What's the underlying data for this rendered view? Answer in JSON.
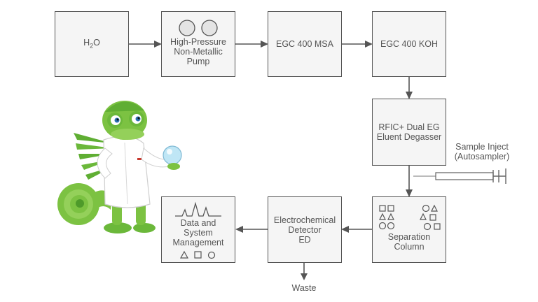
{
  "boxes": {
    "water": {
      "text": "H",
      "sub": "2",
      "tail": "O"
    },
    "pump": {
      "lines": [
        "High-Pressure",
        "Non-Metallic",
        "Pump"
      ]
    },
    "egc_msa": {
      "lines": [
        "EGC 400 MSA"
      ]
    },
    "egc_koh": {
      "lines": [
        "EGC 400 KOH"
      ]
    },
    "degasser": {
      "lines": [
        "RFIC+ Dual EG",
        "Eluent Degasser"
      ]
    },
    "column": {
      "lines": [
        "Separation",
        "Column"
      ]
    },
    "detector": {
      "lines": [
        "Electrochemical",
        "Detector",
        "ED"
      ]
    },
    "data": {
      "lines": [
        "Data and",
        "System",
        "Management"
      ]
    }
  },
  "labels": {
    "sample_inject": [
      "Sample Inject",
      "(Autosampler)"
    ],
    "waste": "Waste"
  },
  "colors": {
    "box_fill": "#f5f5f5",
    "line": "#555555",
    "mascot_green": "#7cc242",
    "mascot_dark_green": "#4e9a2a",
    "coat": "#ffffff"
  },
  "icons": {
    "mascot": "chameleon-scientist-icon",
    "pump_heads": "pump-circles-icon",
    "syringe": "syringe-icon",
    "peaks": "chromatogram-peaks-icon",
    "shapes": "analyte-shapes-icon"
  }
}
